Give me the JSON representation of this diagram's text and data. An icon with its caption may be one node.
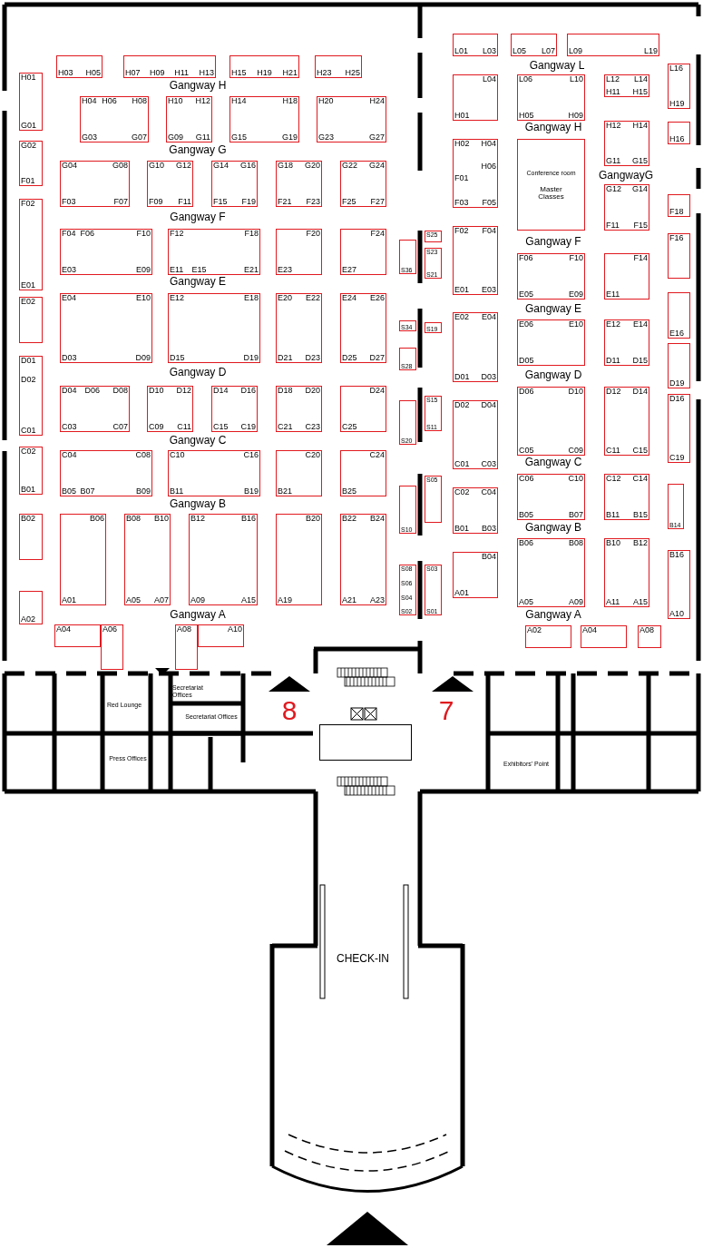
{
  "diagram": {
    "nodes": [
      {
        "text": [
          "H03",
          "H05"
        ]
      },
      {
        "text": [
          "H07",
          "H09",
          "H11",
          "H13"
        ]
      },
      {
        "text": [
          "H15",
          "H19",
          "H21"
        ]
      },
      {
        "text": [
          "H23",
          "H25"
        ]
      },
      {
        "text": [
          "H01",
          "G01"
        ]
      },
      {
        "text": [
          "H04",
          "H06",
          "H08",
          "G03",
          "G07"
        ]
      },
      {
        "text": [
          "H10",
          "H12",
          "G09",
          "G11"
        ]
      },
      {
        "text": [
          "H14",
          "H18",
          "G15",
          "G19"
        ]
      },
      {
        "text": [
          "H20",
          "H24",
          "G23",
          "G27"
        ]
      },
      {
        "text": [
          "G02",
          "F01"
        ]
      },
      {
        "text": [
          "G04",
          "G08",
          "F03",
          "F07"
        ]
      },
      {
        "text": [
          "G10",
          "G12",
          "F09",
          "F11"
        ]
      },
      {
        "text": [
          "G14",
          "G16",
          "F15",
          "F19"
        ]
      },
      {
        "text": [
          "G18",
          "G20",
          "F21",
          "F23"
        ]
      },
      {
        "text": [
          "G22",
          "G24",
          "F25",
          "F27"
        ]
      },
      {
        "text": [
          "F02",
          "E01"
        ]
      },
      {
        "text": [
          "F04",
          "F06",
          "F10",
          "E03",
          "E09"
        ]
      },
      {
        "text": [
          "F12",
          "F18",
          "E11",
          "E15",
          "E21"
        ]
      },
      {
        "text": [
          "F20",
          "E23"
        ]
      },
      {
        "text": [
          "F24",
          "E27"
        ]
      },
      {
        "text": [
          "E02"
        ]
      },
      {
        "text": [
          "E04",
          "E10",
          "D03",
          "D09"
        ]
      },
      {
        "text": [
          "E12",
          "E18",
          "D15",
          "D19"
        ]
      },
      {
        "text": [
          "E20",
          "E22",
          "D21",
          "D23"
        ]
      },
      {
        "text": [
          "E24",
          "E26",
          "D25",
          "D27"
        ]
      },
      {
        "text": [
          "D01",
          "D02",
          "C01"
        ]
      },
      {
        "text": [
          "D04",
          "D06",
          "D08",
          "C03",
          "C07"
        ]
      },
      {
        "text": [
          "D10",
          "D12",
          "C09",
          "C11"
        ]
      },
      {
        "text": [
          "D14",
          "D16",
          "C15",
          "C19"
        ]
      },
      {
        "text": [
          "D18",
          "D20",
          "C21",
          "C23"
        ]
      },
      {
        "text": [
          "D24",
          "C25"
        ]
      },
      {
        "text": [
          "C02",
          "B01"
        ]
      },
      {
        "text": [
          "C04",
          "C08",
          "B05",
          "B07",
          "B09"
        ]
      },
      {
        "text": [
          "C10",
          "C16",
          "B11",
          "B19"
        ]
      },
      {
        "text": [
          "C20",
          "B21"
        ]
      },
      {
        "text": [
          "C24",
          "B25"
        ]
      },
      {
        "text": [
          "B02"
        ]
      },
      {
        "text": [
          "B06",
          "A01"
        ]
      },
      {
        "text": [
          "B08",
          "B10",
          "A05",
          "A07"
        ]
      },
      {
        "text": [
          "B12",
          "B16",
          "A09",
          "A15"
        ]
      },
      {
        "text": [
          "B20",
          "A19"
        ]
      },
      {
        "text": [
          "B22",
          "B24",
          "A21",
          "A23"
        ]
      },
      {
        "text": [
          "A02"
        ]
      },
      {
        "text": [
          "A04"
        ]
      },
      {
        "text": [
          "A06"
        ]
      },
      {
        "text": [
          "A08"
        ]
      },
      {
        "text": [
          "A10"
        ]
      },
      {
        "text": [
          "L01",
          "L03"
        ]
      },
      {
        "text": [
          "L05",
          "L07"
        ]
      },
      {
        "text": [
          "L09",
          "L19"
        ]
      },
      {
        "text": [
          "L04",
          "H01"
        ]
      },
      {
        "text": [
          "L06",
          "L10",
          "H05",
          "H09"
        ]
      },
      {
        "text": [
          "L12",
          "L14",
          "H11",
          "H15"
        ]
      },
      {
        "text": [
          "L16",
          "H19"
        ]
      },
      {
        "text": [
          "H12",
          "H14",
          "G11",
          "G15"
        ]
      },
      {
        "text": [
          "H16"
        ]
      },
      {
        "text": [
          "H02",
          "H04",
          "H06",
          "F01",
          "F03",
          "F05"
        ]
      },
      {
        "text": [
          "Conference room",
          "Master Classes"
        ]
      },
      {
        "text": [
          "G12",
          "G14",
          "F11",
          "F15"
        ]
      },
      {
        "text": [
          "F18"
        ]
      },
      {
        "text": [
          "F02",
          "F04",
          "E01",
          "E03"
        ]
      },
      {
        "text": [
          "F06",
          "F10",
          "E05",
          "E09"
        ]
      },
      {
        "text": [
          "F14",
          "E11"
        ]
      },
      {
        "text": [
          "F16"
        ]
      },
      {
        "text": [
          "E16"
        ]
      },
      {
        "text": [
          "S25"
        ]
      },
      {
        "text": [
          "S23",
          "S21"
        ]
      },
      {
        "text": [
          "S36"
        ]
      },
      {
        "text": [
          "S34"
        ]
      },
      {
        "text": [
          "S19"
        ]
      },
      {
        "text": [
          "S28"
        ]
      },
      {
        "text": [
          "S15",
          "S11"
        ]
      },
      {
        "text": [
          "S20"
        ]
      },
      {
        "text": [
          "S05"
        ]
      },
      {
        "text": [
          "S10"
        ]
      },
      {
        "text": [
          "S08",
          "S06",
          "S04",
          "S02"
        ]
      },
      {
        "text": [
          "S03",
          "S01"
        ]
      },
      {
        "text": [
          "E02",
          "E04",
          "D01",
          "D03"
        ]
      },
      {
        "text": [
          "E06",
          "E10",
          "D05"
        ]
      },
      {
        "text": [
          "E12",
          "E14",
          "D11",
          "D15"
        ]
      },
      {
        "text": [
          "D19"
        ]
      },
      {
        "text": [
          "D02",
          "D04",
          "C01",
          "C03"
        ]
      },
      {
        "text": [
          "D06",
          "D10",
          "C05",
          "C09"
        ]
      },
      {
        "text": [
          "D12",
          "D14",
          "C11",
          "C15"
        ]
      },
      {
        "text": [
          "D16",
          "C19"
        ]
      },
      {
        "text": [
          "C02",
          "C04",
          "B01",
          "B03"
        ]
      },
      {
        "text": [
          "C06",
          "C10",
          "B05",
          "B07"
        ]
      },
      {
        "text": [
          "C12",
          "C14",
          "B11",
          "B15"
        ]
      },
      {
        "text": [
          "B14"
        ]
      },
      {
        "text": [
          "B04",
          "A01"
        ]
      },
      {
        "text": [
          "B06",
          "B08",
          "A05",
          "A09"
        ]
      },
      {
        "text": [
          "B10",
          "B12",
          "A11",
          "A15"
        ]
      },
      {
        "text": [
          "B16",
          "A10"
        ]
      },
      {
        "text": [
          "A02"
        ]
      },
      {
        "text": [
          "A04"
        ]
      },
      {
        "text": [
          "A08"
        ]
      },
      {
        "text": [],
        "shape": "box"
      }
    ],
    "labels": [
      "Gangway H",
      "Gangway L",
      "Gangway H",
      "Gangway G",
      "GangwayG",
      "Gangway F",
      "Gangway F",
      "Gangway E",
      "Gangway E",
      "Gangway D",
      "Gangway D",
      "Gangway C",
      "Gangway C",
      "Gangway B",
      "Gangway B",
      "Gangway A",
      "Gangway A",
      "Red Lounge",
      "Secretariat Offices",
      "Secretariat Offices",
      "8",
      "7",
      "Press Offices",
      "Exhibitors' Point",
      "CHECK-IN"
    ]
  }
}
